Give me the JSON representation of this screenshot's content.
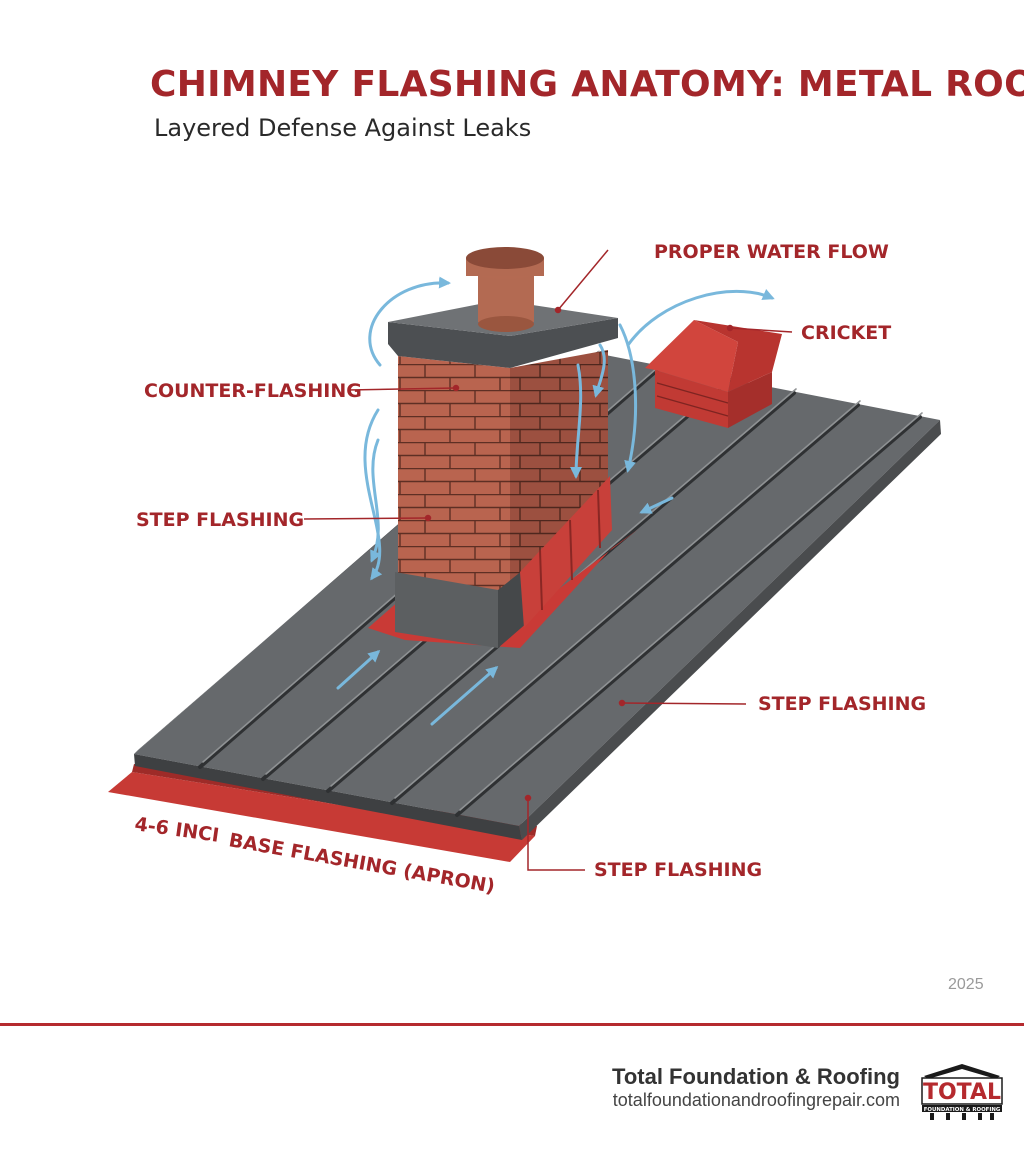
{
  "title": "CHIMNEY FLASHING ANATOMY: METAL ROOF",
  "subtitle": "Layered Defense Against Leaks",
  "labels": {
    "proper_water_flow": "PROPER WATER FLOW",
    "cricket": "CRICKET",
    "counter_flashing": "COUNTER-FLASHING",
    "step_flashing_left": "STEP FLASHING",
    "step_flashing_right": "STEP FLASHING",
    "step_flashing_bottom": "STEP FLASHING",
    "inches": "4-6 INCI",
    "base_flashing": "BASE FLASHING (APRON)"
  },
  "year": "2025",
  "brand": {
    "name": "Total Foundation & Roofing",
    "url": "totalfoundationandroofingrepair.com",
    "logo_word": "TOTAL",
    "logo_tagline": "FOUNDATION & ROOFING"
  },
  "colors": {
    "accent": "#a3262a",
    "roof": "#66696c",
    "brick": "#b9644f",
    "flashing": "#c93a36",
    "water_arrow": "#79b8dc"
  }
}
